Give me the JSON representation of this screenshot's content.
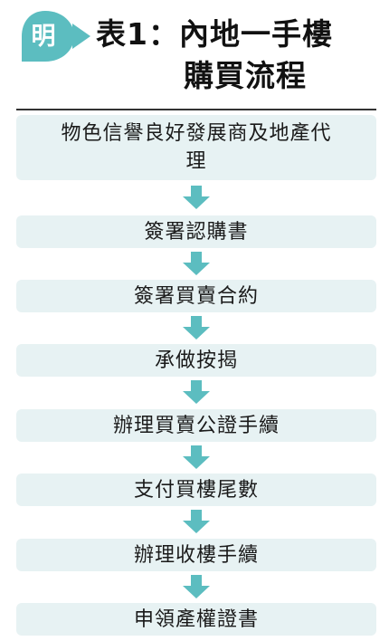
{
  "header": {
    "badge_char": "明",
    "title_line1": "表1：內地一手樓",
    "title_line2": "購買流程"
  },
  "colors": {
    "accent": "#5cbdc0",
    "step_bg": "#e7f2f3",
    "arrow": "#5cbdc0"
  },
  "steps": [
    {
      "label": "物色信譽良好發展商及地產代理"
    },
    {
      "label": "簽署認購書"
    },
    {
      "label": "簽署買賣合約"
    },
    {
      "label": "承做按揭"
    },
    {
      "label": "辦理買賣公證手續"
    },
    {
      "label": "支付買樓尾數"
    },
    {
      "label": "辦理收樓手續"
    },
    {
      "label": "申領產權證書"
    }
  ]
}
